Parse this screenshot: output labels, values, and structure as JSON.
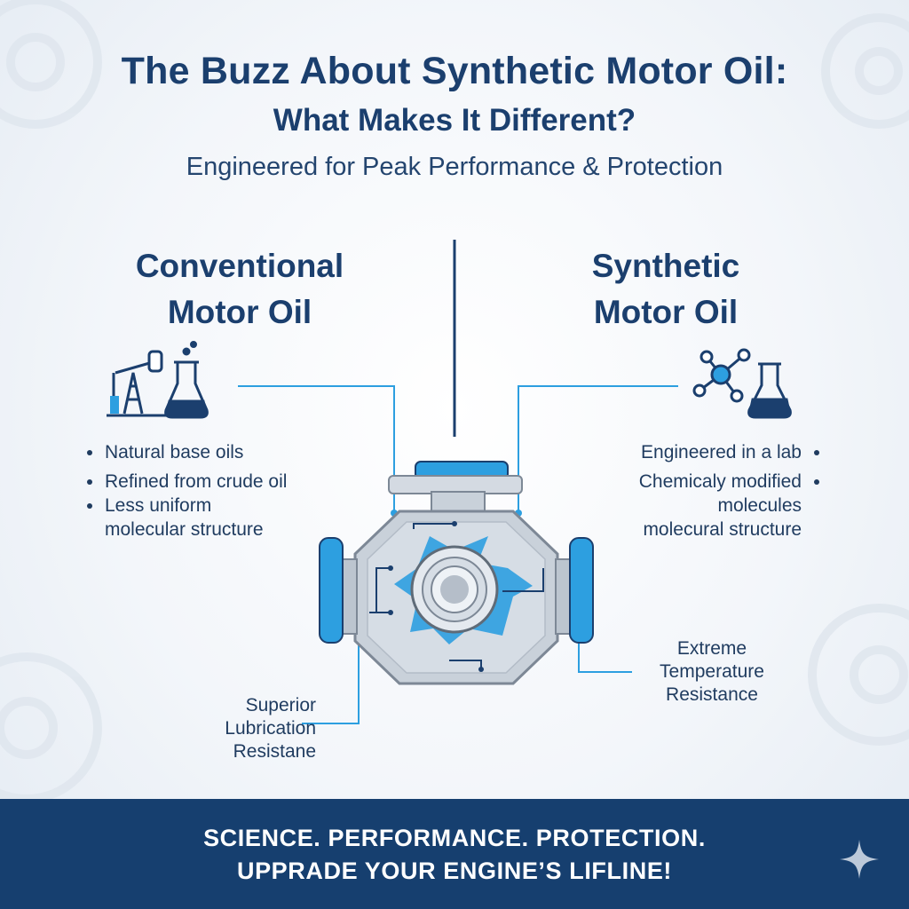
{
  "header": {
    "title_line1": "The Buzz About Synthetic Motor Oil:",
    "title_line2": "What Makes It Different?",
    "subtitle": "Engineered for Peak Performance & Protection"
  },
  "conventional": {
    "heading_line1": "Conventional",
    "heading_line2": "Motor Oil",
    "icons": [
      "oil-derrick-icon",
      "lab-flask-icon"
    ],
    "bullets": [
      [
        "Natural base oils"
      ],
      [
        "Refined from crude oil"
      ],
      [
        "Less uniform",
        "molecular structure"
      ]
    ]
  },
  "synthetic": {
    "heading_line1": "Synthetic",
    "heading_line2": "Motor Oil",
    "icons": [
      "molecule-icon",
      "lab-flask-icon"
    ],
    "bullets": [
      [
        "Engineered in a lab"
      ],
      [
        "Chemicaly modified",
        "molecules"
      ],
      [
        "molecural structure"
      ]
    ]
  },
  "callouts": {
    "lubrication": [
      "Superior",
      "Lubrication",
      "Resistane"
    ],
    "temperature": [
      "Extreme",
      "Temperature",
      "Resistance"
    ]
  },
  "footer": {
    "line1": "SCIENCE. PERFORMANCE. PROTECTION.",
    "line2": "UPPRADE YOUR ENGINE’S LIFLINE!"
  },
  "colors": {
    "navy": "#1b3f6e",
    "accent_blue": "#2d9fe0",
    "footer_bg": "#163f6f",
    "metal": "#c9d1da"
  }
}
